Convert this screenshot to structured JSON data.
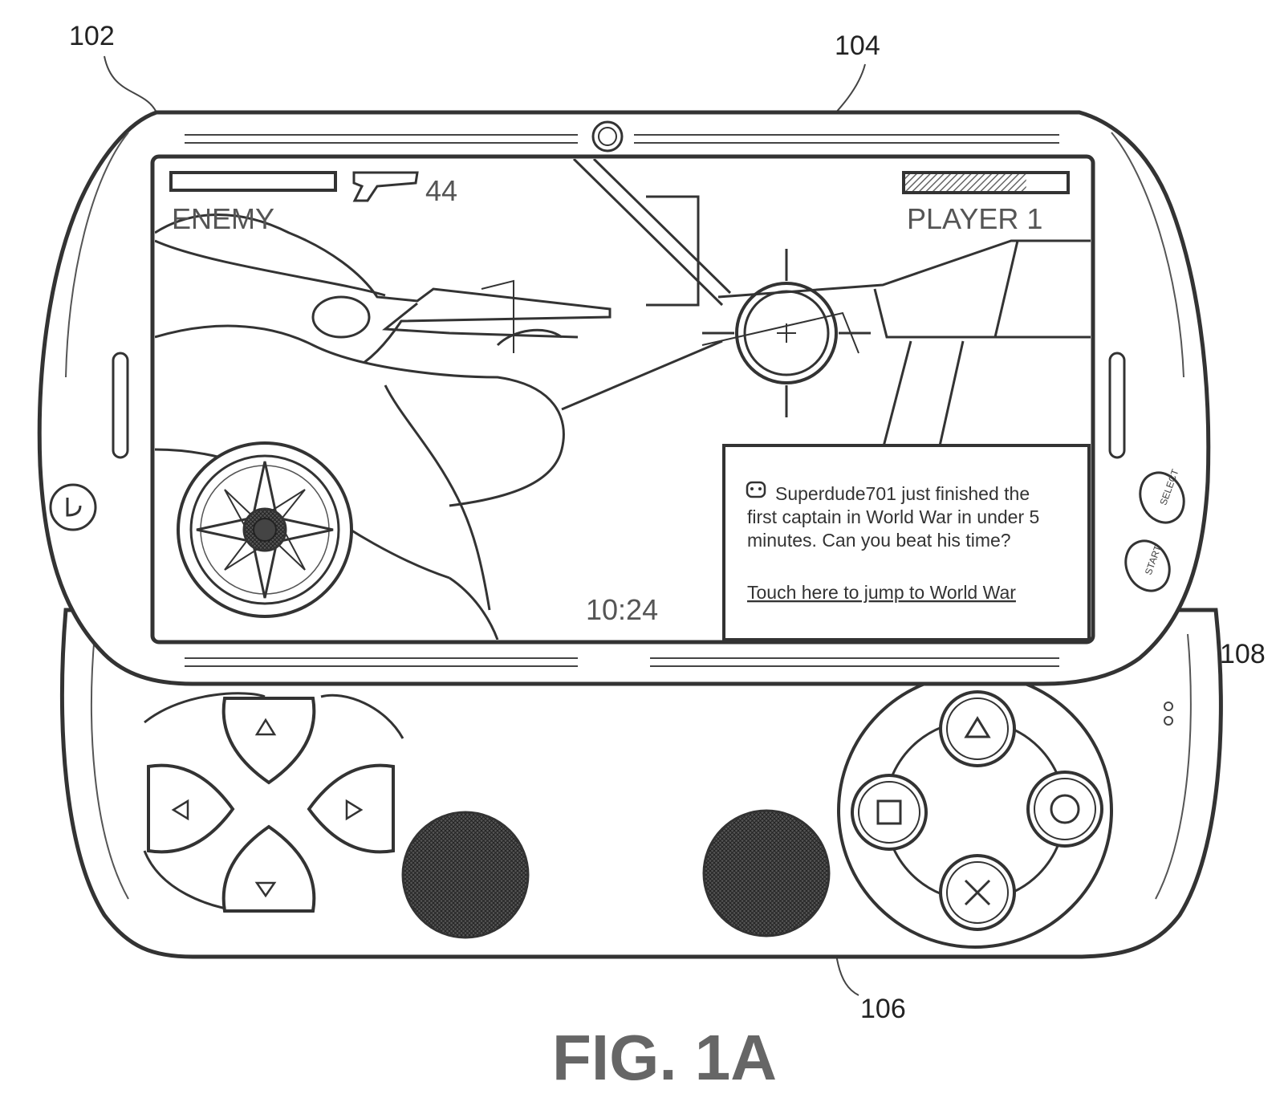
{
  "figure": {
    "caption": "FIG. 1A",
    "refs": {
      "device": "102",
      "screen": "104",
      "stick": "106",
      "notification": "108"
    }
  },
  "hud": {
    "enemy_label": "ENEMY",
    "ammo_count": "44",
    "player_label": "PLAYER 1",
    "timer": "10:24",
    "player_health_fraction": 0.75
  },
  "notification": {
    "lines": [
      "Superdude701 just finished the",
      "first captain in World War in under 5",
      "minutes.  Can you beat his time?"
    ],
    "link_text": "Touch here to jump to World War"
  },
  "side_buttons": {
    "select": "SELECT",
    "start": "START"
  },
  "colors": {
    "line": "#333333",
    "hatch": "#777777",
    "paper": "#ffffff"
  },
  "icons": [
    "pistol-icon",
    "crosshair-icon",
    "compass-icon",
    "triangle-icon",
    "square-icon",
    "circle-icon",
    "cross-icon",
    "home-icon"
  ]
}
